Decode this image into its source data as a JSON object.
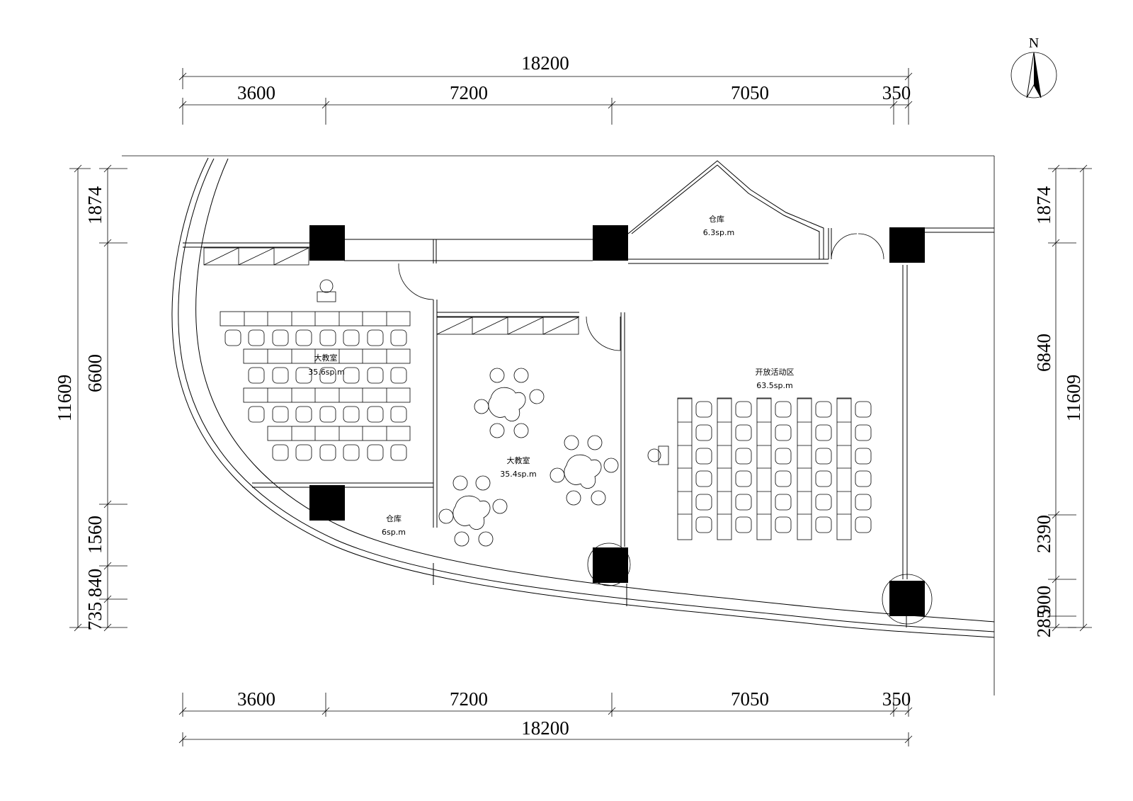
{
  "north_label": "N",
  "dimensions": {
    "top_total": "18200",
    "top_segments": [
      "3600",
      "7200",
      "7050",
      "350"
    ],
    "bottom_segments": [
      "3600",
      "7200",
      "7050",
      "350"
    ],
    "bottom_total": "18200",
    "left_total": "11609",
    "left_segments": [
      "1874",
      "6600",
      "1560",
      "840",
      "735"
    ],
    "right_total": "11609",
    "right_segments": [
      "1874",
      "6840",
      "2390",
      "900",
      "285"
    ]
  },
  "rooms": {
    "storage_north": {
      "name": "仓库",
      "area": "6.3sp.m"
    },
    "classroom_west": {
      "name": "大教室",
      "area": "35.6sp.m"
    },
    "classroom_center": {
      "name": "大教室",
      "area": "35.4sp.m"
    },
    "open_activity": {
      "name": "开放活动区",
      "area": "63.5sp.m"
    },
    "storage_south": {
      "name": "仓库",
      "area": "6sp.m"
    }
  }
}
